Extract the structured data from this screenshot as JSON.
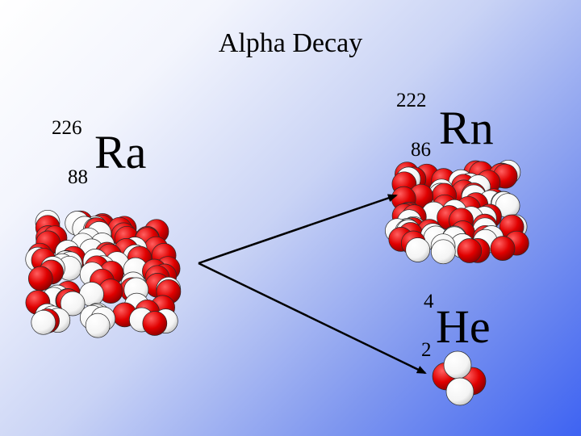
{
  "title": "Alpha Decay",
  "parent": {
    "mass_number": "226",
    "atomic_number": "88",
    "symbol": "Ra"
  },
  "daughter": {
    "mass_number": "222",
    "atomic_number": "86",
    "symbol": "Rn"
  },
  "alpha": {
    "mass_number": "4",
    "atomic_number": "2",
    "symbol": "He"
  },
  "colors": {
    "proton": "#e00000",
    "neutron": "#ffffff",
    "arrow": "#000000"
  }
}
